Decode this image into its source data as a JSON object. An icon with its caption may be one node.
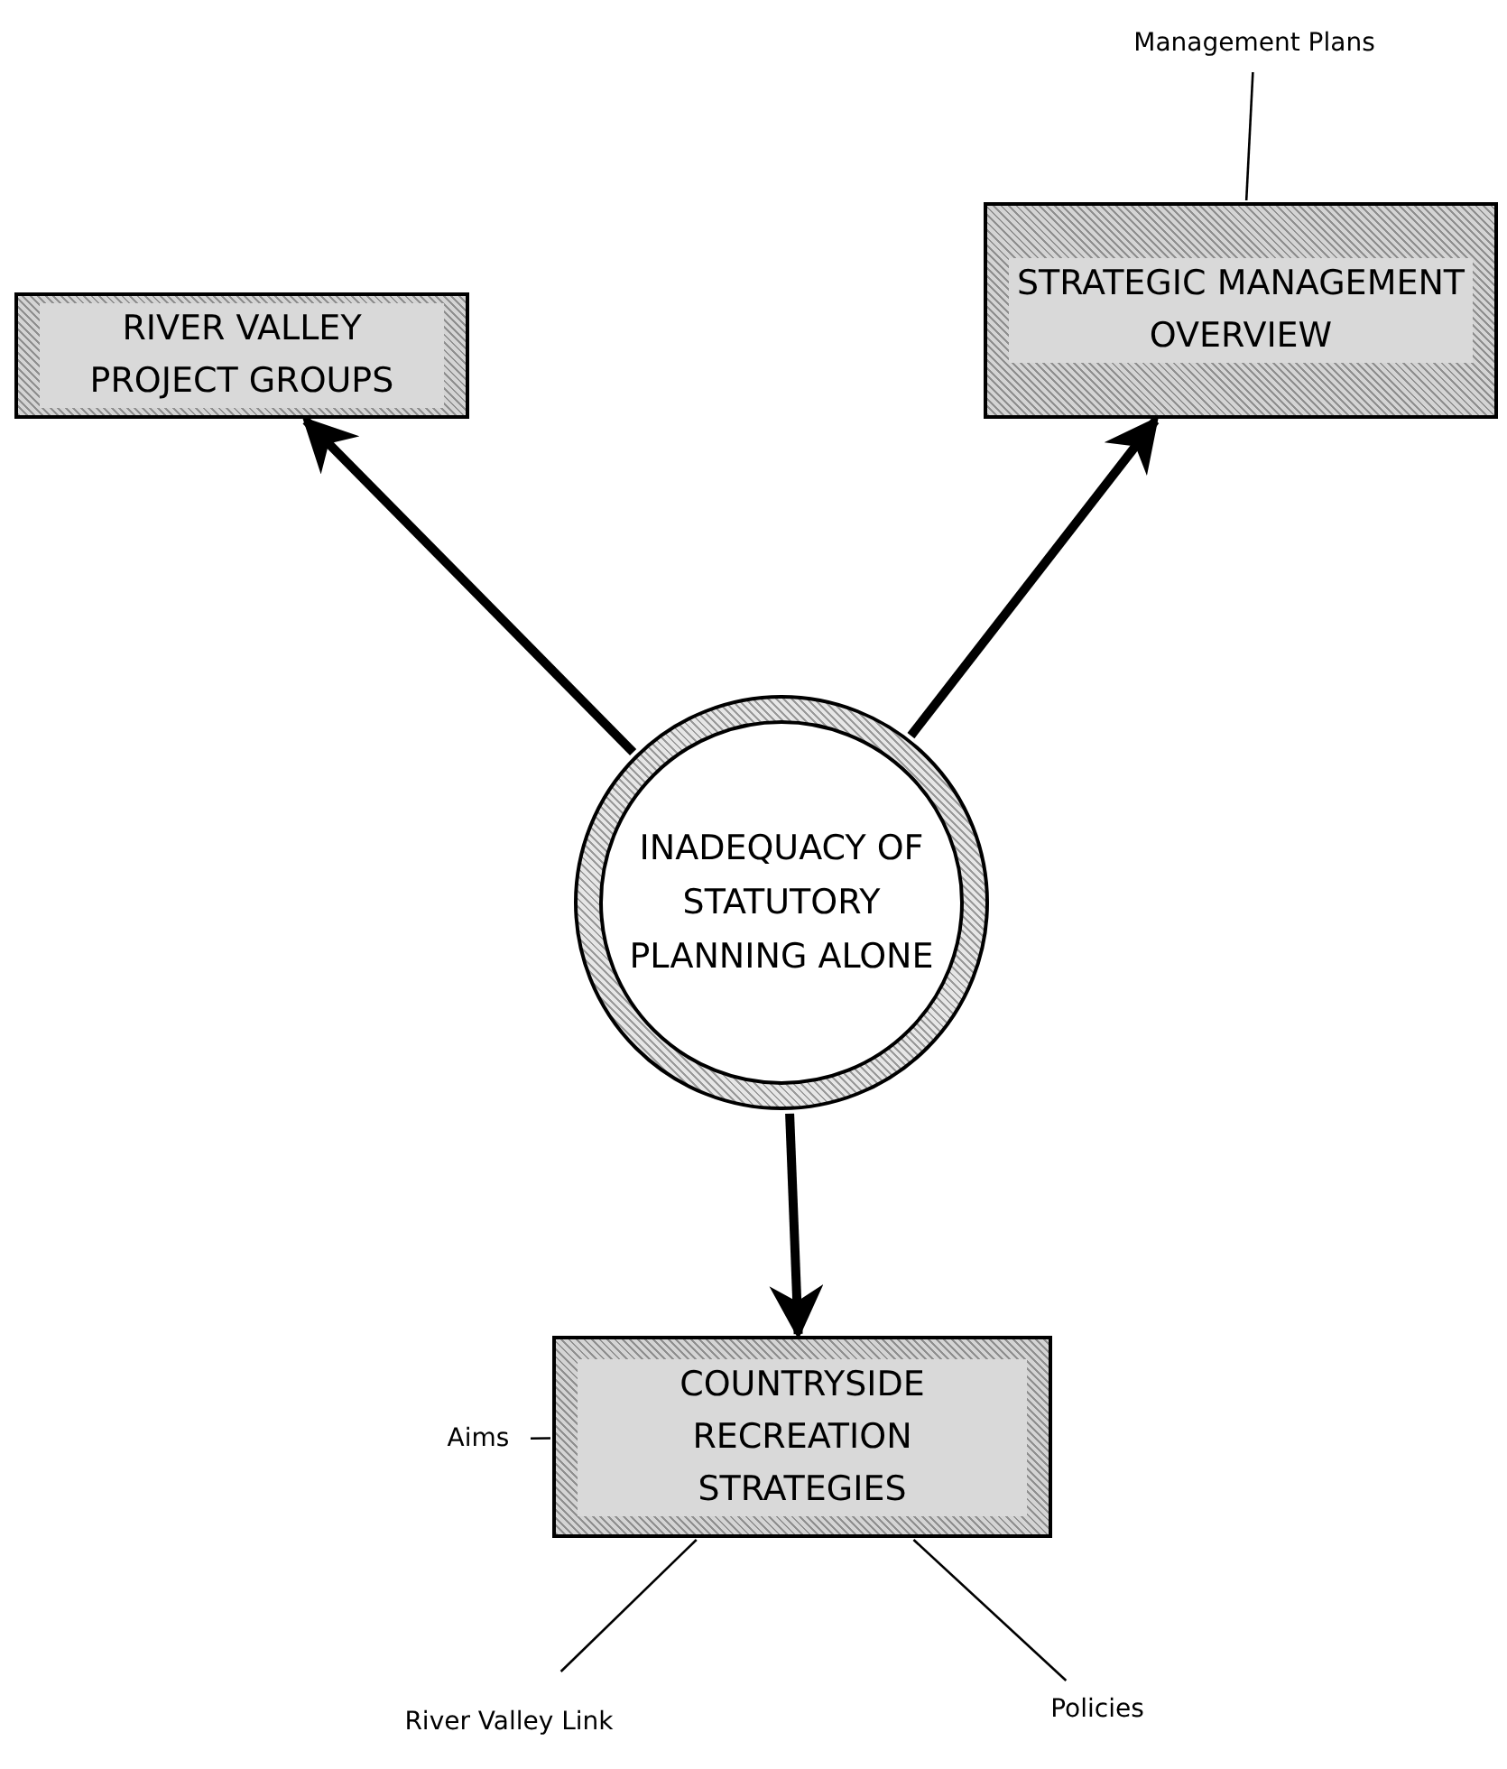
{
  "diagram": {
    "nodes": [
      {
        "text": [
          "INADEQUACY OF STATUTORY PLANNING ALONE"
        ]
      },
      {
        "text": [
          "RIVER VALLEY PROJECT GROUPS"
        ]
      },
      {
        "text": [
          "STRATEGIC MANAGEMENT OVERVIEW"
        ]
      },
      {
        "text": [
          "COUNTRYSIDE RECREATION STRATEGIES"
        ]
      },
      {
        "text": [
          "Management Plans"
        ]
      },
      {
        "text": [
          "Aims"
        ]
      },
      {
        "text": [
          "River Valley Link"
        ]
      },
      {
        "text": [
          "Policies"
        ]
      }
    ],
    "edges": [
      {
        "from": 0,
        "to": 1,
        "arrow": "to",
        "style": "thick"
      },
      {
        "from": 0,
        "to": 2,
        "arrow": "to",
        "style": "thick"
      },
      {
        "from": 0,
        "to": 3,
        "arrow": "to",
        "style": "thick"
      },
      {
        "from": 4,
        "to": 2,
        "arrow": "none"
      },
      {
        "from": 5,
        "to": 3,
        "arrow": "none"
      },
      {
        "from": 6,
        "to": 3,
        "arrow": "none"
      },
      {
        "from": 7,
        "to": 3,
        "arrow": "none"
      }
    ]
  }
}
